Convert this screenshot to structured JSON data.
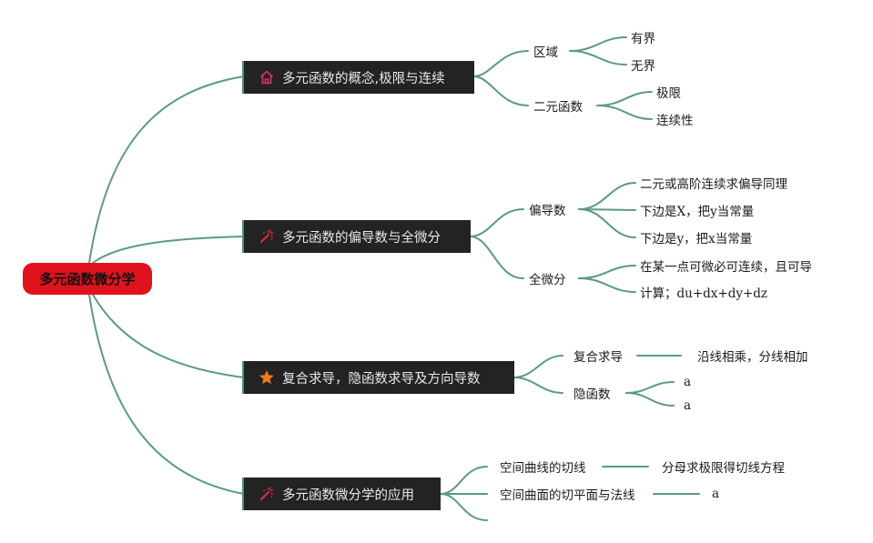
{
  "root": {
    "label": "多元函数微分学"
  },
  "branches": [
    {
      "label": "多元函数的概念,极限与连续",
      "icon": "home-icon",
      "children": [
        {
          "label": "区域",
          "children": [
            {
              "label": "有界"
            },
            {
              "label": "无界"
            }
          ]
        },
        {
          "label": "二元函数",
          "children": [
            {
              "label": "极限"
            },
            {
              "label": "连续性"
            }
          ]
        }
      ]
    },
    {
      "label": "多元函数的偏导数与全微分",
      "icon": "magic-wand-icon",
      "children": [
        {
          "label": "偏导数",
          "children": [
            {
              "label": "二元或高阶连续求偏导同理"
            },
            {
              "label": "下边是X，把y当常量"
            },
            {
              "label": "下边是y，把x当常量"
            }
          ]
        },
        {
          "label": "全微分",
          "children": [
            {
              "label": "在某一点可微必可连续，且可导"
            },
            {
              "label": "计算；du+dx+dy+dz"
            }
          ]
        }
      ]
    },
    {
      "label": "复合求导，隐函数求导及方向导数",
      "icon": "star-icon",
      "children": [
        {
          "label": "复合求导",
          "children": [
            {
              "label": "沿线相乘，分线相加"
            }
          ]
        },
        {
          "label": "隐函数",
          "children": [
            {
              "label": "a"
            },
            {
              "label": "a"
            }
          ]
        }
      ]
    },
    {
      "label": "多元函数微分学的应用",
      "icon": "magic-wand-icon",
      "children": [
        {
          "label": "空间曲线的切线",
          "children": [
            {
              "label": "分母求极限得切线方程"
            }
          ]
        },
        {
          "label": "空间曲面的切平面与法线",
          "children": [
            {
              "label": "a"
            }
          ]
        },
        {
          "label": "",
          "children": []
        }
      ]
    }
  ],
  "colors": {
    "root": "#e0121c",
    "branch_bg": "#232323",
    "link": "#5a9a86",
    "home": "#e0335a",
    "wand": "#d9304a",
    "star": "#f07a1e"
  }
}
